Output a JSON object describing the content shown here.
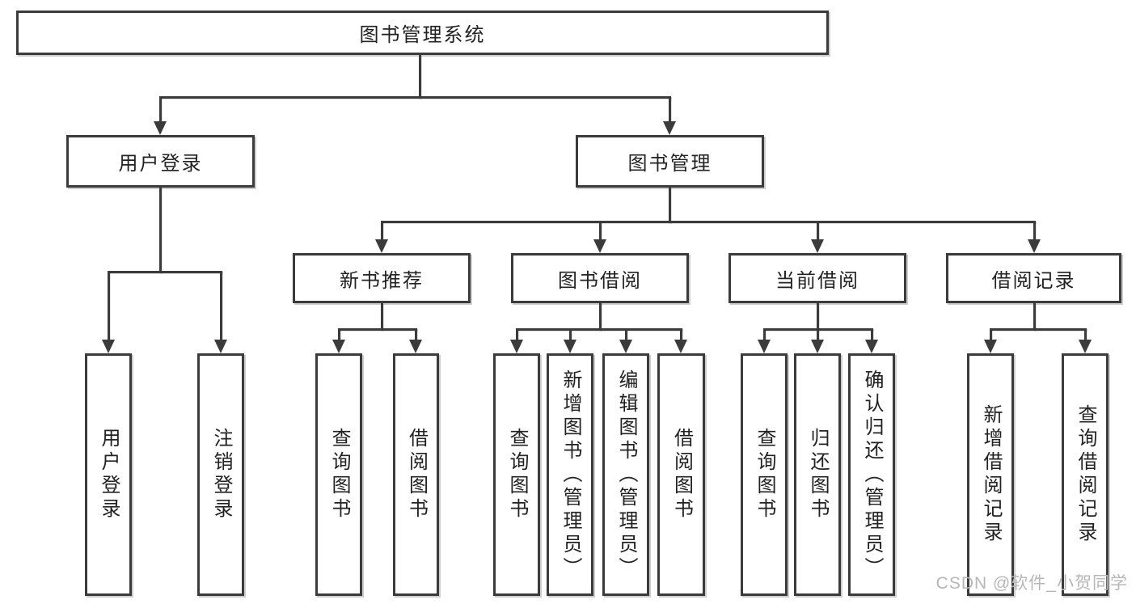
{
  "diagram": {
    "root": "图书管理系统",
    "level2": [
      "用户登录",
      "图书管理"
    ],
    "level3": [
      "新书推荐",
      "图书借阅",
      "当前借阅",
      "借阅记录"
    ],
    "leaves_user_login": [
      "用户登录",
      "注销登录"
    ],
    "leaves_new_book": [
      "查询图书",
      "借阅图书"
    ],
    "leaves_book_borrow": [
      "查询图书",
      "新增图书（管理员）",
      "编辑图书（管理员）",
      "借阅图书"
    ],
    "leaves_current_borrow": [
      "查询图书",
      "归还图书",
      "确认归还（管理员）"
    ],
    "leaves_borrow_record": [
      "新增借阅记录",
      "查询借阅记录"
    ]
  },
  "watermark": {
    "text": "CSDN @软件_小贺同学"
  },
  "colors": {
    "line": "#3b3b3b",
    "box_border": "#3b3b3b",
    "text": "#222222",
    "shadow": "#cdcdcd",
    "watermark": "#b7b7b7",
    "background": "#ffffff"
  }
}
